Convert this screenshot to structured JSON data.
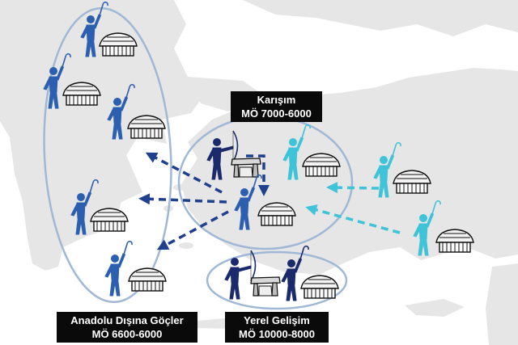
{
  "colors": {
    "sea": "#ffffff",
    "land": "#e6e6e6",
    "region_outline": "#9fb8d6",
    "arrow_dark": "#1f3f8f",
    "arrow_light": "#3ec3d8",
    "figure_dark": "#1a2a6c",
    "figure_blue": "#2c5fb0",
    "figure_cyan": "#3ec3d8",
    "label_bg": "#0a0a0a",
    "label_text": "#ffffff"
  },
  "icons": [
    "human-figure-icon",
    "bow-icon",
    "crook-icon",
    "round-hut-icon",
    "dolmen-icon"
  ],
  "labels": {
    "mixing": {
      "title": "Karışım",
      "period": "MÖ 7000-6000"
    },
    "migrations": {
      "title": "Anadolu Dışına Göçler",
      "period": "MÖ 6600-6000"
    },
    "local": {
      "title": "Yerel Gelişim",
      "period": "MÖ 10000-8000"
    }
  }
}
